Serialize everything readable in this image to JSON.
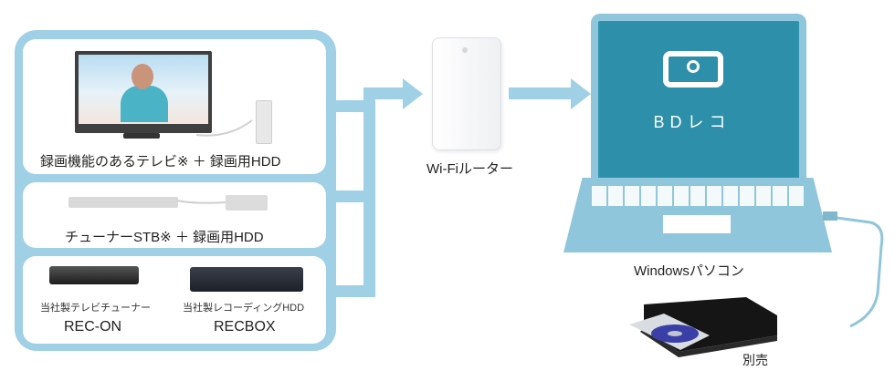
{
  "sources": {
    "tv_caption": "録画機能のあるテレビ※ ＋ 録画用HDD",
    "stb_caption": "チューナーSTB※ ＋ 録画用HDD",
    "products": [
      {
        "maker_label": "当社製テレビチューナー",
        "name": "REC-ON"
      },
      {
        "maker_label": "当社製レコーディングHDD",
        "name": "RECBOX"
      }
    ]
  },
  "router": {
    "label": "Wi-Fiルーター"
  },
  "pc": {
    "label": "Windowsパソコン",
    "app_name": "BDレコ"
  },
  "drive": {
    "label": "別売"
  },
  "colors": {
    "accent": "#9fd0e6",
    "screen": "#2d8fa9"
  }
}
